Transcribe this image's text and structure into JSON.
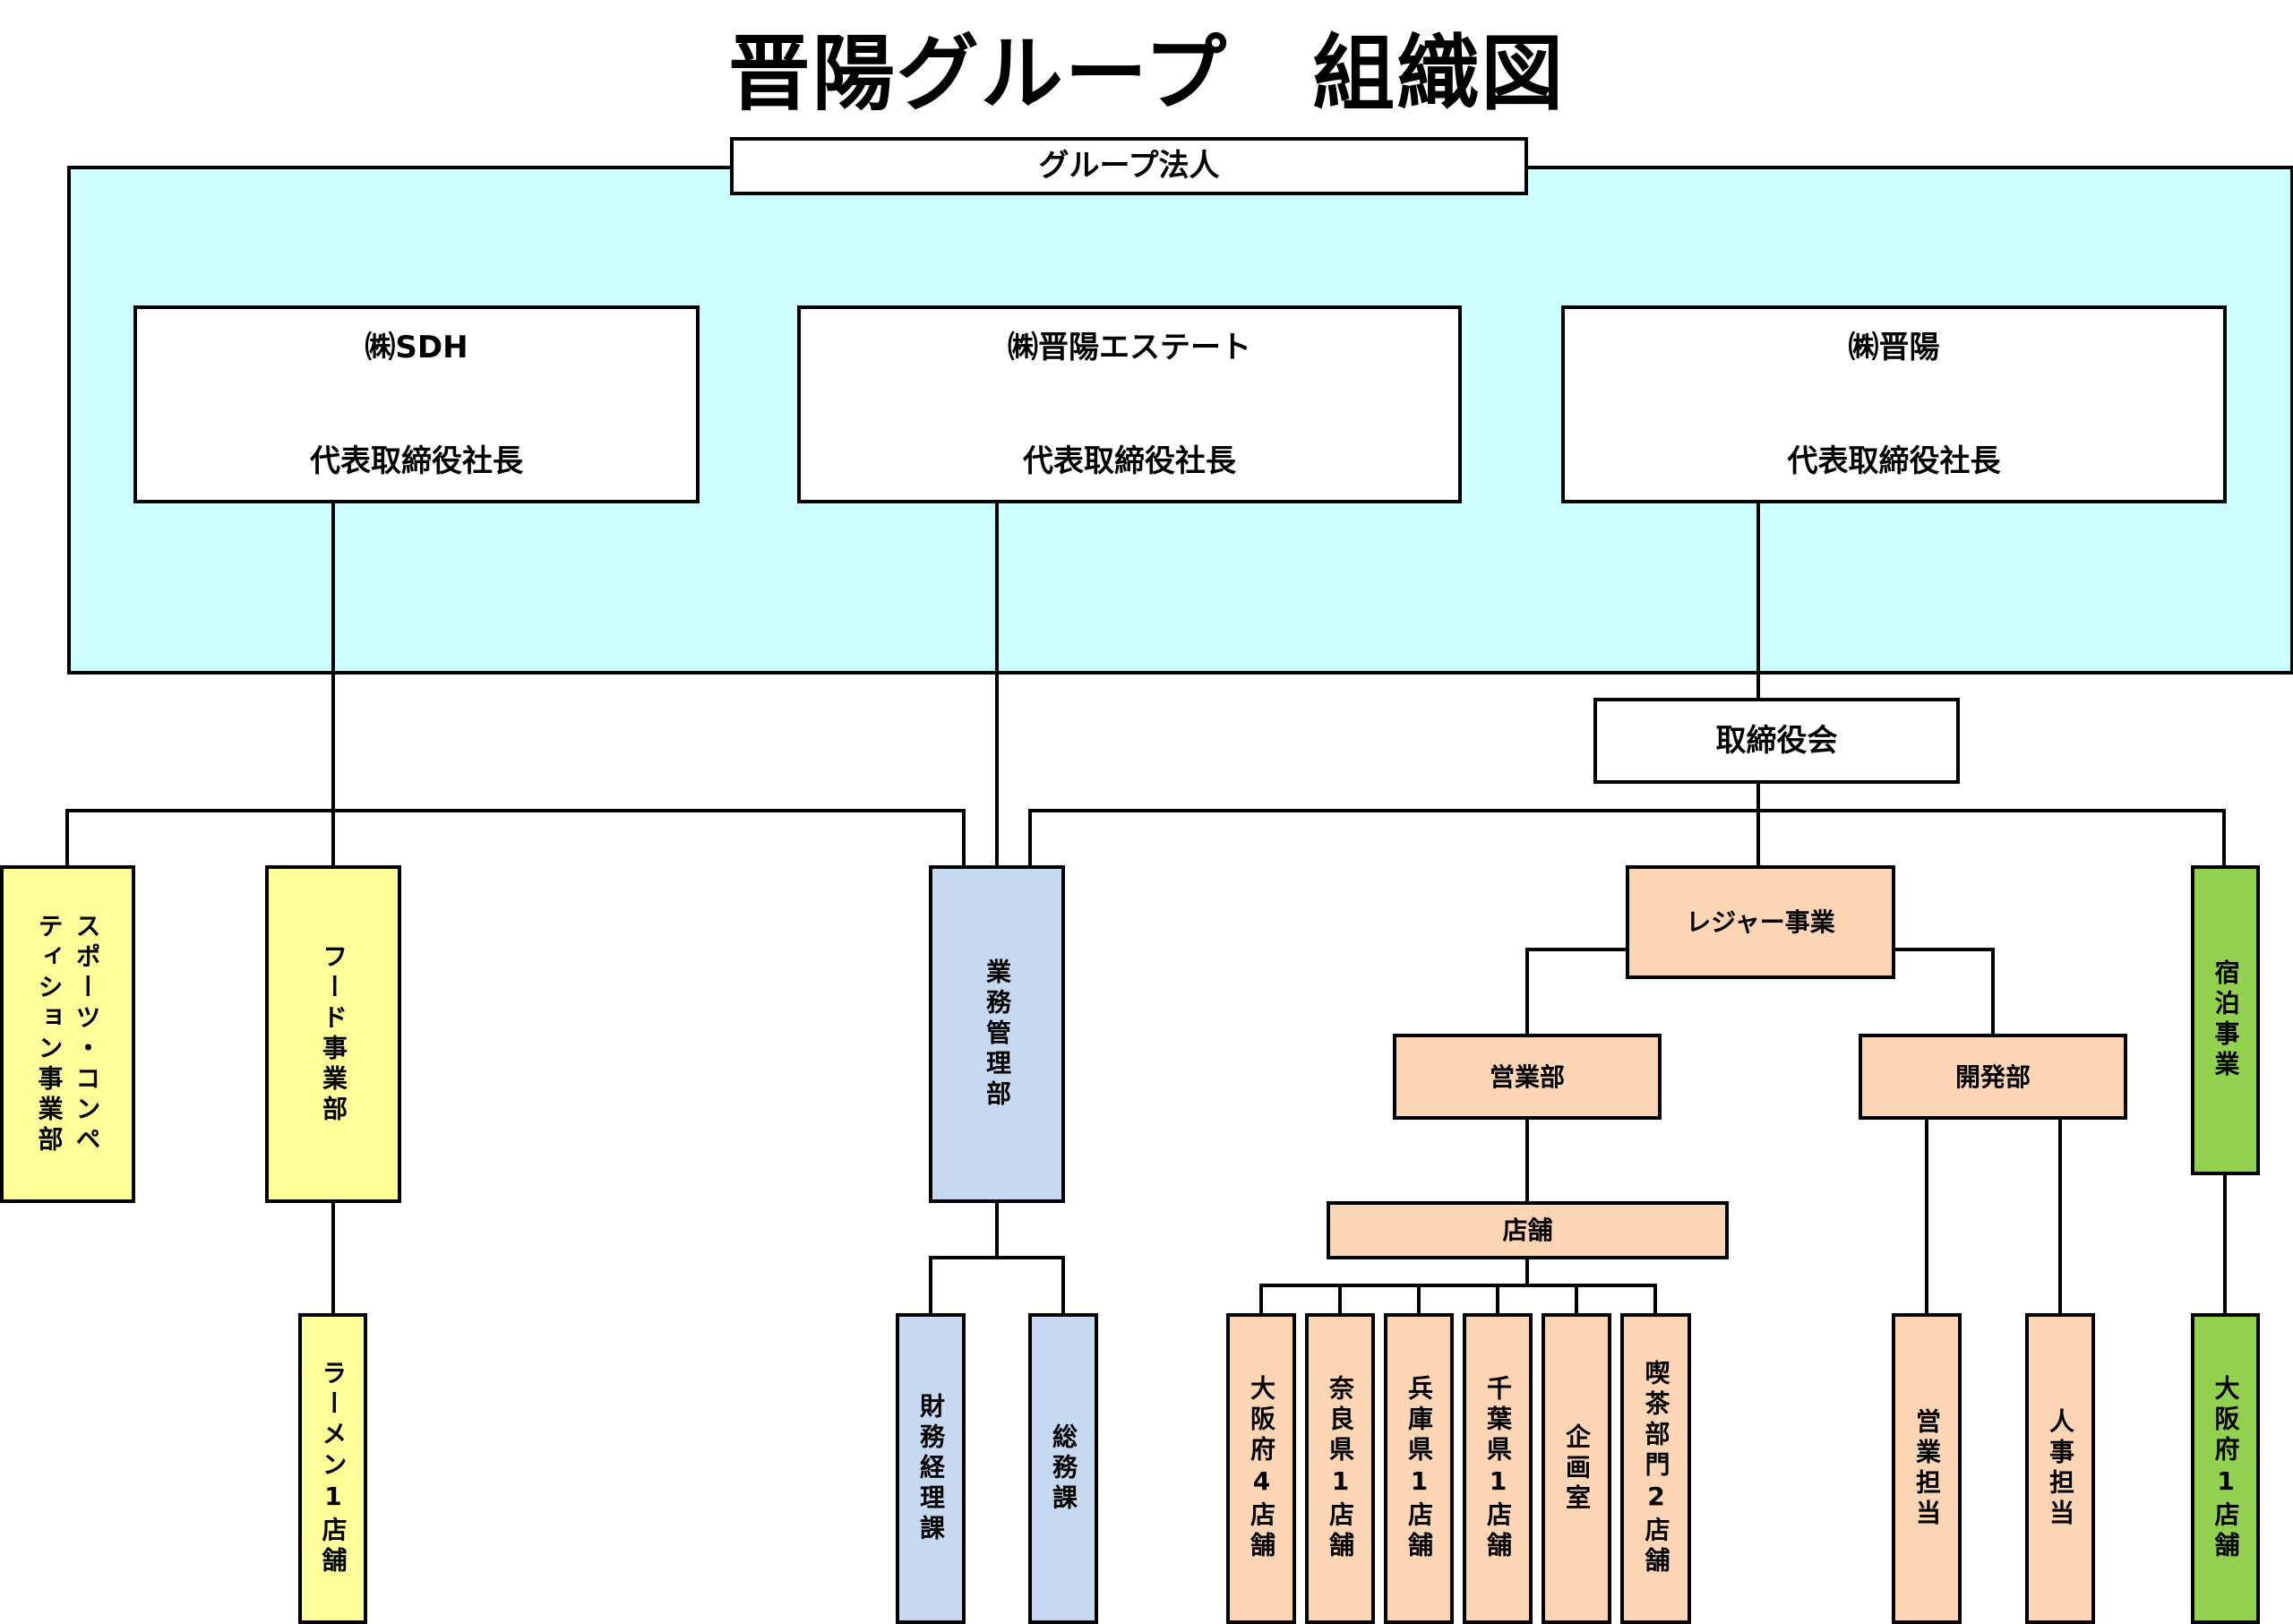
{
  "title": "晋陽グループ　組織図",
  "colors": {
    "group_panel": "#ccffff",
    "food_sports": "#ffff99",
    "admin": "#c6d9f1",
    "leisure": "#fcd5b4",
    "lodging": "#92d050",
    "line": "#000000"
  },
  "group": {
    "label": "グループ法人",
    "companies": [
      {
        "name": "㈱SDH",
        "role": "代表取締役社長"
      },
      {
        "name": "㈱晋陽エステート",
        "role": "代表取締役社長"
      },
      {
        "name": "㈱晋陽",
        "role": "代表取締役社長"
      }
    ]
  },
  "board": {
    "label": "取締役会"
  },
  "divisions": {
    "sports": "スポーツ・コンペ\nティション事業部",
    "food": "フード事業部",
    "ramen": "ラーメン1店舗",
    "admin": "業務管理部",
    "finance": "財務経理課",
    "general_affairs": "総務課",
    "leisure": "レジャー事業",
    "sales_dept": "営業部",
    "dev_dept": "開発部",
    "stores": "店舗",
    "lodging": "宿泊事業",
    "lodging_store": "大阪府1店舗"
  },
  "store_list": [
    "大阪府4店舗",
    "奈良県1店舗",
    "兵庫県1店舗",
    "千葉県1店舗",
    "企画室",
    "喫茶部門2店舗"
  ],
  "dev_staff": [
    "営業担当",
    "人事担当"
  ]
}
